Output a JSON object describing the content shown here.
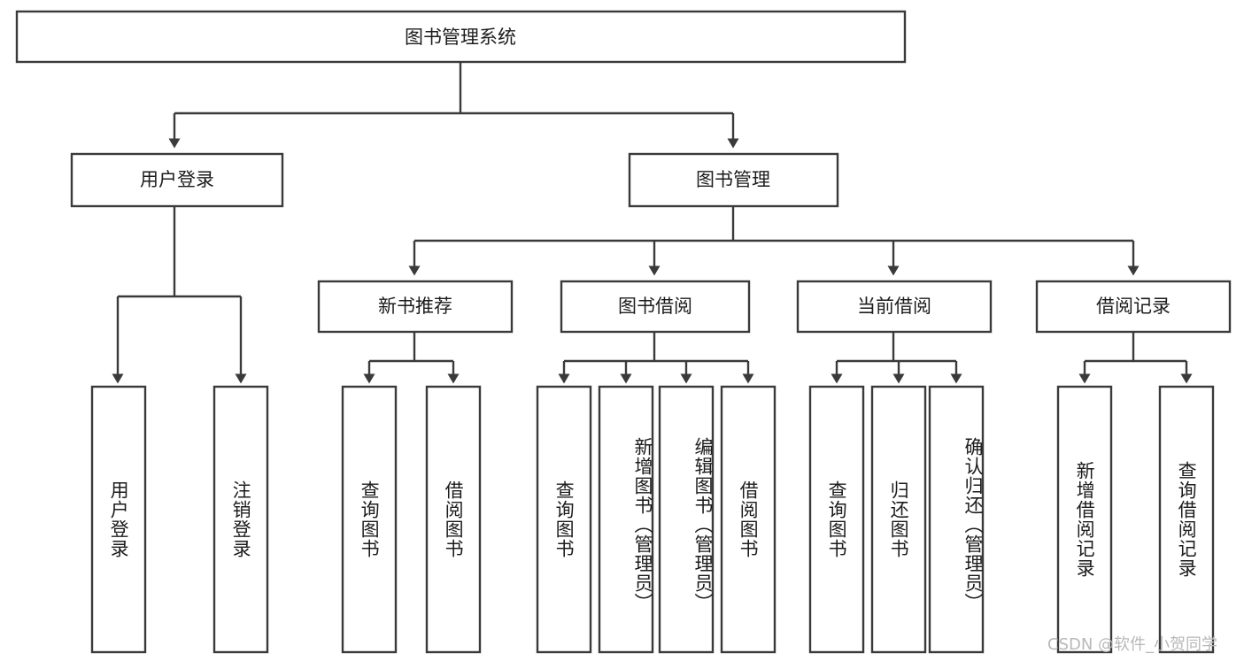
{
  "diagram": {
    "type": "hierarchy-tree",
    "title": "图书管理系统",
    "orientation": "top-down",
    "colors": {
      "box_stroke": "#3a3a3a",
      "box_fill": "#ffffff",
      "text": "#1c1c1c",
      "connector": "#3a3a3a",
      "background": "#ffffff",
      "watermark": "#b8b8b8"
    },
    "root": {
      "label": "图书管理系统"
    },
    "level2": [
      {
        "id": "user-login",
        "label": "用户登录"
      },
      {
        "id": "book-manage",
        "label": "图书管理"
      }
    ],
    "level3": [
      {
        "id": "new-book-recommend",
        "label": "新书推荐",
        "parent": "book-manage"
      },
      {
        "id": "book-borrow",
        "label": "图书借阅",
        "parent": "book-manage"
      },
      {
        "id": "current-borrow",
        "label": "当前借阅",
        "parent": "book-manage"
      },
      {
        "id": "borrow-record",
        "label": "借阅记录",
        "parent": "book-manage"
      }
    ],
    "leaves": [
      {
        "id": "leaf-user-login",
        "label": "用户登录",
        "parent": "user-login"
      },
      {
        "id": "leaf-logout-login",
        "label": "注销登录",
        "parent": "user-login"
      },
      {
        "id": "leaf-query-book-1",
        "label": "查询图书",
        "parent": "new-book-recommend"
      },
      {
        "id": "leaf-borrow-book-1",
        "label": "借阅图书",
        "parent": "new-book-recommend"
      },
      {
        "id": "leaf-query-book-2",
        "label": "查询图书",
        "parent": "book-borrow"
      },
      {
        "id": "leaf-add-book",
        "label": "新增图书（管理员）",
        "parent": "book-borrow"
      },
      {
        "id": "leaf-edit-book",
        "label": "编辑图书（管理员）",
        "parent": "book-borrow"
      },
      {
        "id": "leaf-borrow-book-2",
        "label": "借阅图书",
        "parent": "book-borrow"
      },
      {
        "id": "leaf-query-book-3",
        "label": "查询图书",
        "parent": "current-borrow"
      },
      {
        "id": "leaf-return-book",
        "label": "归还图书",
        "parent": "current-borrow"
      },
      {
        "id": "leaf-confirm-return",
        "label": "确认归还（管理员）",
        "parent": "current-borrow"
      },
      {
        "id": "leaf-add-record",
        "label": "新增借阅记录",
        "parent": "borrow-record"
      },
      {
        "id": "leaf-query-record",
        "label": "查询借阅记录",
        "parent": "borrow-record"
      }
    ],
    "watermark": "CSDN @软件_小贺同学"
  }
}
